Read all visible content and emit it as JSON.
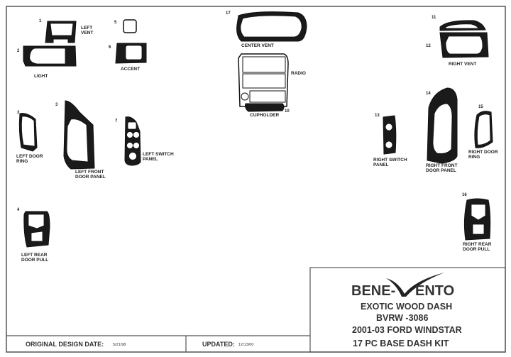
{
  "parts": [
    {
      "num": "1",
      "label": [
        "LEFT",
        "VENT"
      ]
    },
    {
      "num": "2",
      "label": [
        "LIGHT"
      ]
    },
    {
      "num": "3",
      "label": [
        "LEFT DOOR",
        "RING"
      ]
    },
    {
      "num": "3",
      "label": [
        "LEFT FRONT",
        "DOOR PANEL"
      ]
    },
    {
      "num": "4",
      "label": [
        "LEFT REAR",
        "DOOR PULL"
      ]
    },
    {
      "num": "5",
      "label": []
    },
    {
      "num": "6",
      "label": [
        "ACCENT"
      ]
    },
    {
      "num": "7",
      "label": [
        "LEFT SWITCH",
        "PANEL"
      ]
    },
    {
      "num": "17",
      "label": [
        "CENTER VENT"
      ]
    },
    {
      "num": "",
      "label": [
        "RADIO"
      ]
    },
    {
      "num": "10",
      "label": [
        "CUPHOLDER"
      ]
    },
    {
      "num": "11",
      "label": []
    },
    {
      "num": "12",
      "label": [
        "RIGHT VENT"
      ]
    },
    {
      "num": "13",
      "label": [
        "RIGHT SWITCH",
        "PANEL"
      ]
    },
    {
      "num": "14",
      "label": [
        "RIGHT FRONT",
        "DOOR PANEL"
      ]
    },
    {
      "num": "15",
      "label": [
        "RIGHT DOOR",
        "RING"
      ]
    },
    {
      "num": "16",
      "label": [
        "RIGHT REAR",
        "DOOR PULL"
      ]
    }
  ],
  "title_block": {
    "brand_left": "BENE-",
    "brand_right": "ENTO",
    "line1": "EXOTIC WOOD DASH",
    "line2": "BVRW -3086",
    "line3": "2001-03 FORD WINDSTAR",
    "line4": "17 PC BASE DASH KIT"
  },
  "footer": {
    "original_label": "ORIGINAL DESIGN DATE:",
    "original_value": "5/21/98",
    "updated_label": "UPDATED:",
    "updated_value": "12/13/00"
  }
}
